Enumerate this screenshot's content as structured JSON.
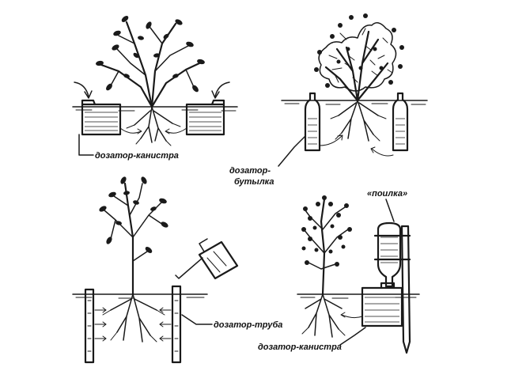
{
  "labels": {
    "canister_top": "дозатор-канистра",
    "bottle_line1": "дозатор-",
    "bottle_line2": "бутылка",
    "pipe": "дозатор-труба",
    "poilka": "«поилка»",
    "canister_bottom": "дозатор-канистра"
  },
  "colors": {
    "ink": "#1a1a1a",
    "paper": "#ffffff"
  }
}
